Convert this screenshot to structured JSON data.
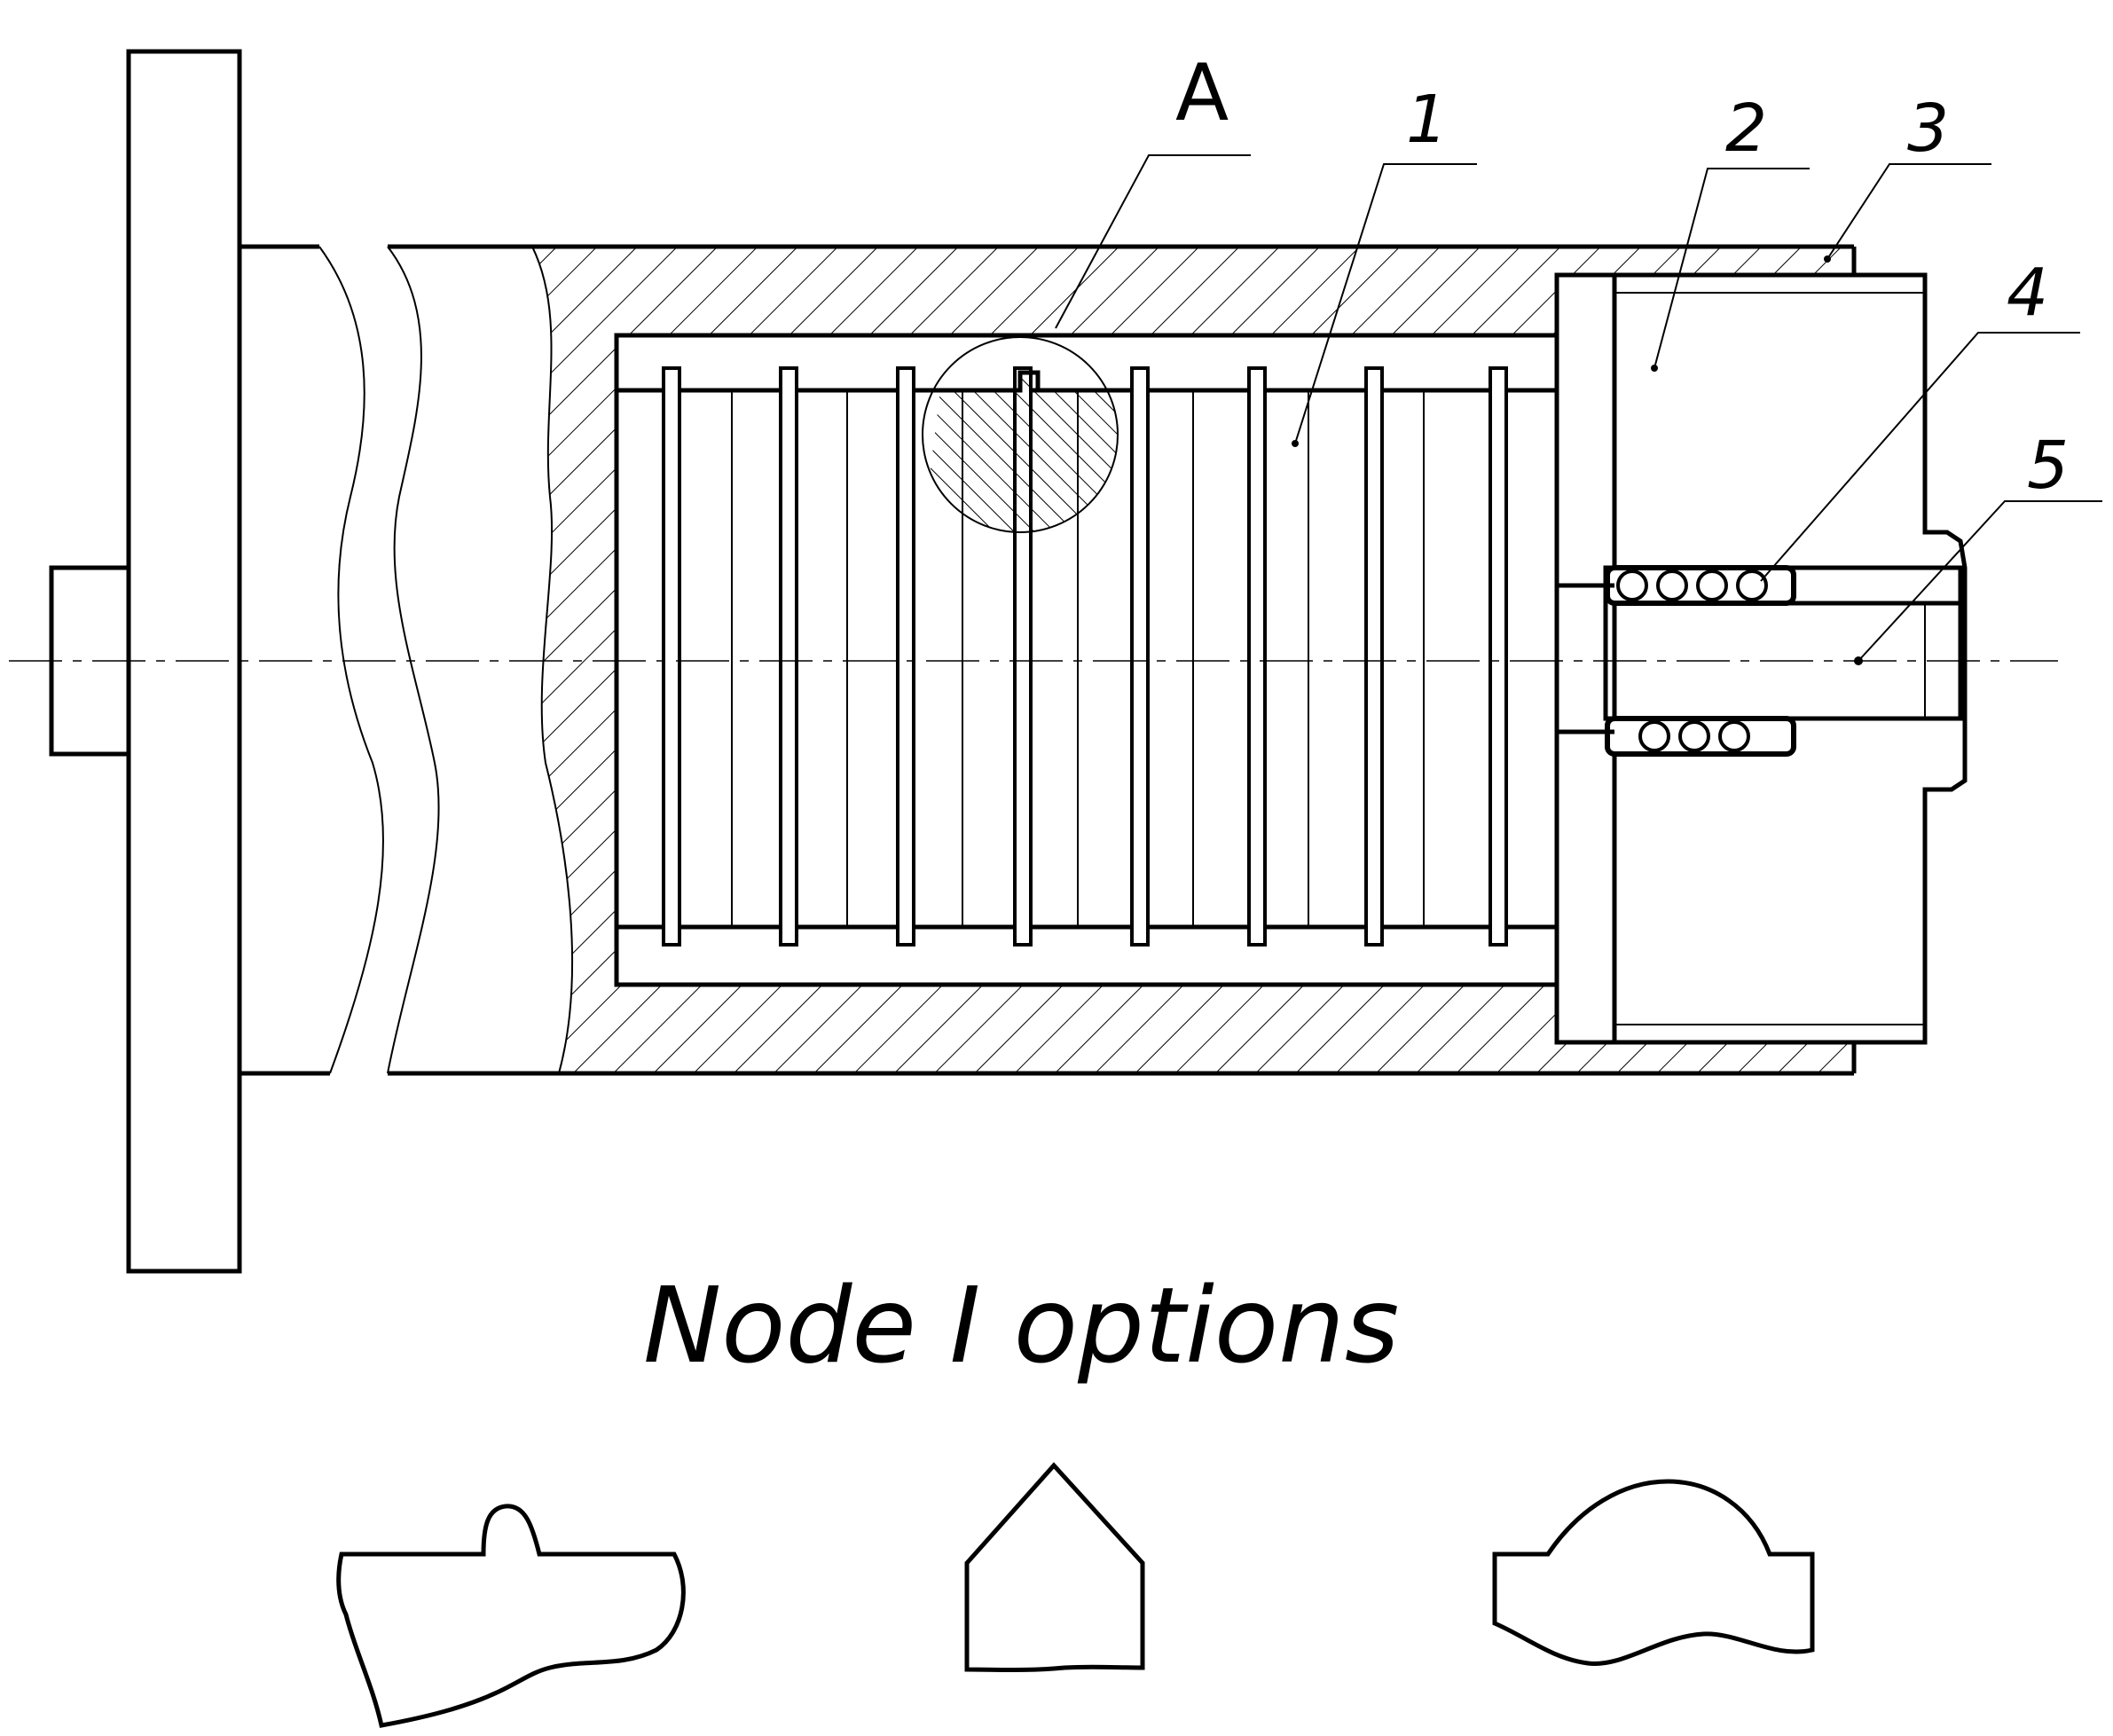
{
  "labels": {
    "detail_a": "A",
    "part_1": "1",
    "part_2": "2",
    "part_3": "3",
    "part_4": "4",
    "part_5": "5"
  },
  "caption": "Node I options",
  "colors": {
    "line": "#000000",
    "background": "#ffffff"
  }
}
